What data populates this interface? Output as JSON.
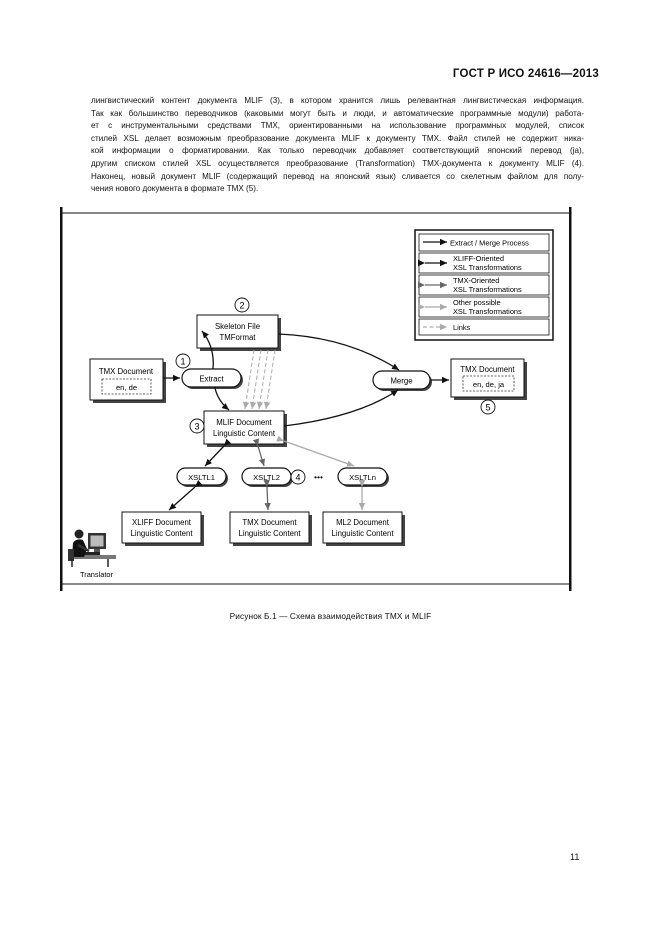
{
  "header": {
    "standard": "ГОСТ Р ИСО 24616—2013"
  },
  "body_lines": [
    "лингвистический контент документа MLIF (3), в котором хранится лишь релевантная лингвистическая информация.",
    "Так как большинство переводчиков (каковыми могут быть и люди, и автоматические программные модули) работа-",
    "ет с инструментальными средствами TMX, ориентированными на использование программных модулей, список",
    "стилей XSL делает возможным преобразование документа MLIF к документу TMX. Файл стилей не содержит ника-",
    "кой информации о форматировании. Как только переводчик добавляет соответствующий японский перевод (ja),",
    "другим списком стилей XSL осуществляется преобразование (Transformation) TMX-документа к документу MLIF (4).",
    "Наконец, новый документ MLIF (содержащий перевод на японский язык) сливается со скелетным файлом для полу-",
    "чения нового документа в формате TMX (5)."
  ],
  "diagram": {
    "legend": {
      "extract_merge": "Extract / Merge Process",
      "xliff_1": "XLIFF-Oriented",
      "xliff_2": "XSL Transformations",
      "tmx_1": "TMX-Oriented",
      "tmx_2": "XSL Transformations",
      "other_1": "Other possible",
      "other_2": "XSL Transformations",
      "links": "Links"
    },
    "tmx_in_1": "TMX Document",
    "tmx_in_2": "en, de",
    "extract": "Extract",
    "skeleton_1": "Skeleton File",
    "skeleton_2": "TMFormat",
    "mlif_1": "MLIF Document",
    "mlif_2": "Linguistic Content",
    "merge": "Merge",
    "tmx_out_1": "TMX Document",
    "tmx_out_2": "en, de, ja",
    "xsltl1": "XSLTL1",
    "xsltl2": "XSLTL2",
    "dots": "• • •",
    "xsltln": "XSLTLn",
    "xliff_doc_1": "XLIFF Document",
    "xliff_doc_2": "Linguistic Content",
    "tmx_doc_1": "TMX Document",
    "tmx_doc_2": "Linguistic Content",
    "ml2_doc_1": "ML2 Document",
    "ml2_doc_2": "Linguistic Content",
    "translator": "Translator",
    "num1": "1",
    "num2": "2",
    "num3": "3",
    "num4": "4",
    "num5": "5",
    "colors": {
      "black": "#111111",
      "dark_gray": "#666666",
      "light_gray": "#aaaaaa"
    }
  },
  "caption": "Рисунок Б.1 — Схема взаимодействия TMX и MLIF",
  "page_number": "11"
}
